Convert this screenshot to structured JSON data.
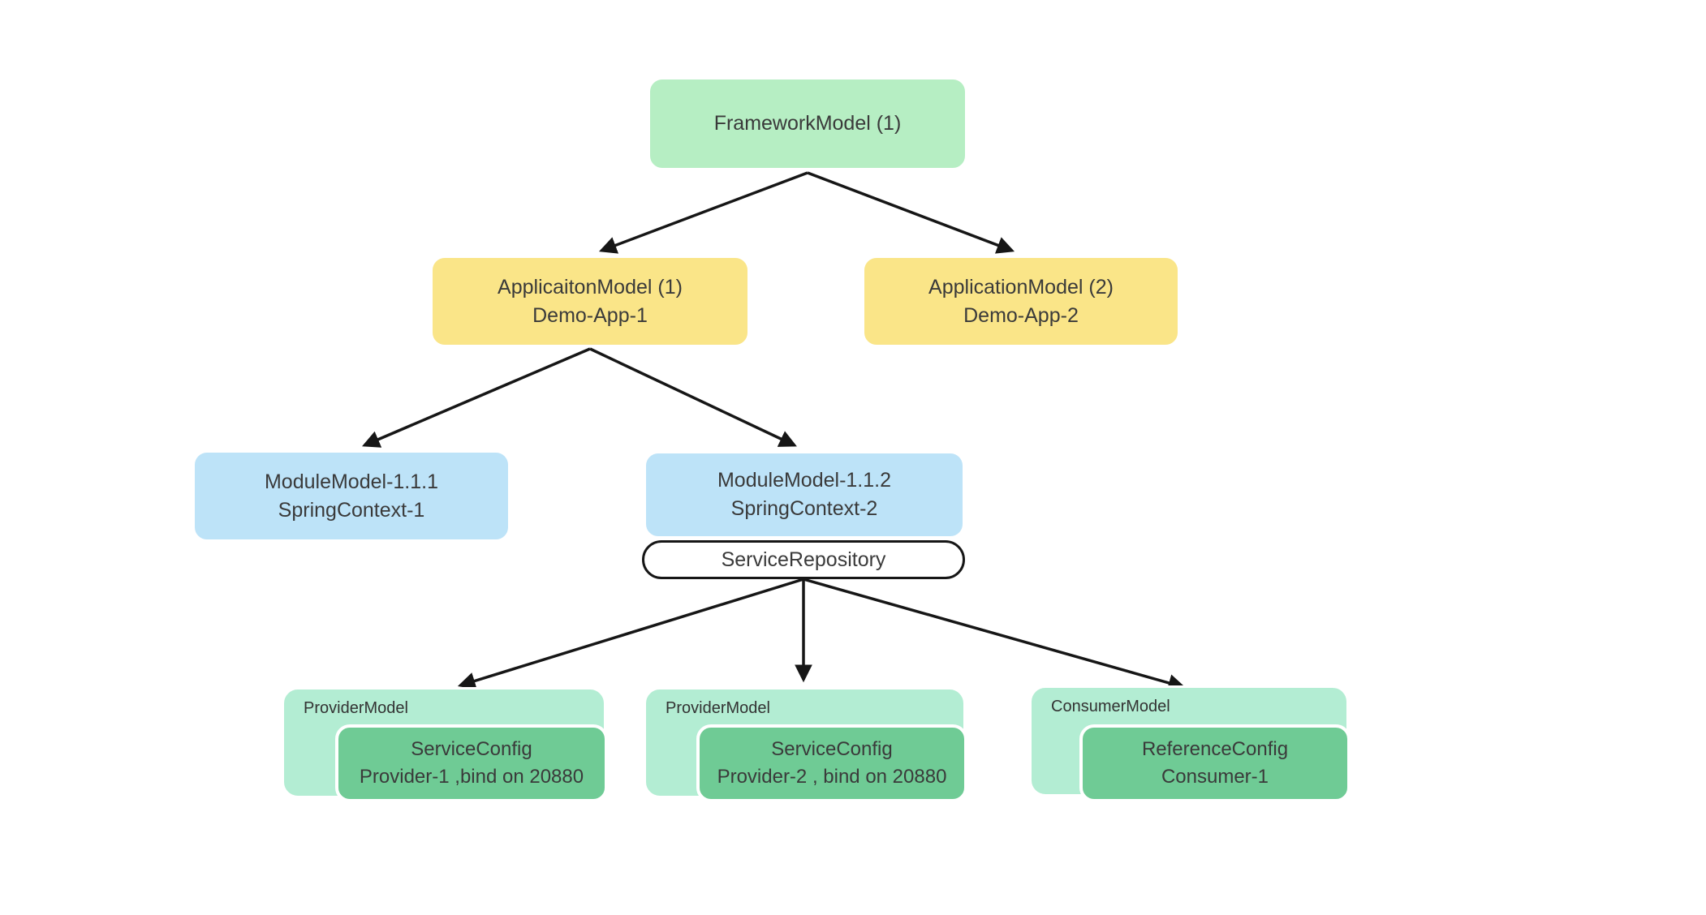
{
  "diagram": {
    "type": "tree",
    "colors": {
      "framework_fill": "#b6eec3",
      "application_fill": "#fae588",
      "module_fill": "#bde3f8",
      "container_fill": "#b3edd3",
      "config_fill": "#6fcb95",
      "repository_fill": "#ffffff",
      "edge_color": "#161616",
      "text_color": "#3a3a3a"
    },
    "nodes": {
      "framework": {
        "label": "FrameworkModel (1)"
      },
      "app1": {
        "line1": "ApplicaitonModel (1)",
        "line2": "Demo-App-1"
      },
      "app2": {
        "line1": "ApplicationModel (2)",
        "line2": "Demo-App-2"
      },
      "module1": {
        "line1": "ModuleModel-1.1.1",
        "line2": "SpringContext-1"
      },
      "module2": {
        "line1": "ModuleModel-1.1.2",
        "line2": "SpringContext-2"
      },
      "repository": {
        "label": "ServiceRepository"
      },
      "provider1": {
        "label": "ProviderModel",
        "config_line1": "ServiceConfig",
        "config_line2": "Provider-1 ,bind on 20880"
      },
      "provider2": {
        "label": "ProviderModel",
        "config_line1": "ServiceConfig",
        "config_line2": "Provider-2 , bind on 20880"
      },
      "consumer1": {
        "label": "ConsumerModel",
        "config_line1": "ReferenceConfig",
        "config_line2": "Consumer-1"
      }
    },
    "edges": [
      {
        "from": "framework",
        "to": "app1"
      },
      {
        "from": "framework",
        "to": "app2"
      },
      {
        "from": "app1",
        "to": "module1"
      },
      {
        "from": "app1",
        "to": "module2"
      },
      {
        "from": "repository",
        "to": "provider1"
      },
      {
        "from": "repository",
        "to": "provider2"
      },
      {
        "from": "repository",
        "to": "consumer1"
      }
    ]
  }
}
